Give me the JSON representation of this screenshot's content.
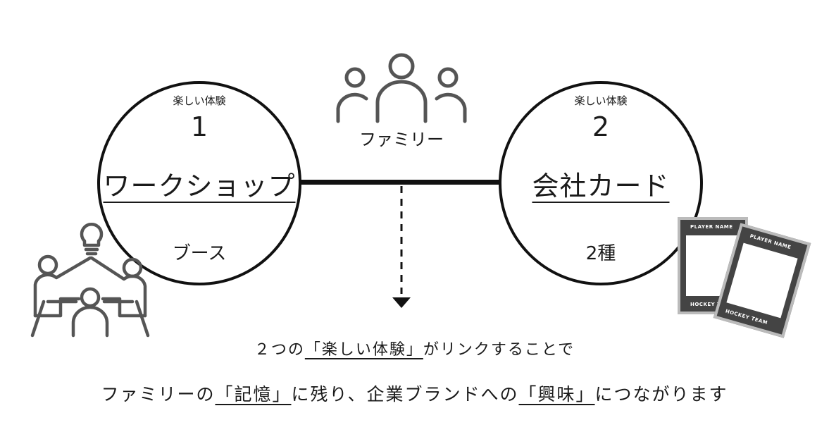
{
  "diagram": {
    "left": {
      "kicker": "楽しい体験",
      "number": "1",
      "title": "ワークショップ",
      "subtitle": "ブース"
    },
    "right": {
      "kicker": "楽しい体験",
      "number": "2",
      "title": "会社カード",
      "subtitle": "2種"
    },
    "center": {
      "label": "ファミリー"
    },
    "cards": {
      "header": "PLAYER NAME",
      "footer": "HOCKEY TEAM"
    }
  },
  "sentences": {
    "line1": {
      "pre": "２つの",
      "highlight": "「楽しい体験」",
      "post": "がリンクすることで"
    },
    "line2": {
      "pre": "ファミリーの",
      "highlight1": "「記憶」",
      "mid": "に残り、企業ブランドへの",
      "highlight2": "「興味」",
      "post": "につながります"
    }
  },
  "colors": {
    "stroke": "#111111",
    "icon": "#555555",
    "card_frame": "#444444",
    "card_border": "#bbbbbb"
  },
  "icons": [
    "family-icon",
    "meeting-icon",
    "arrow-down-icon"
  ]
}
